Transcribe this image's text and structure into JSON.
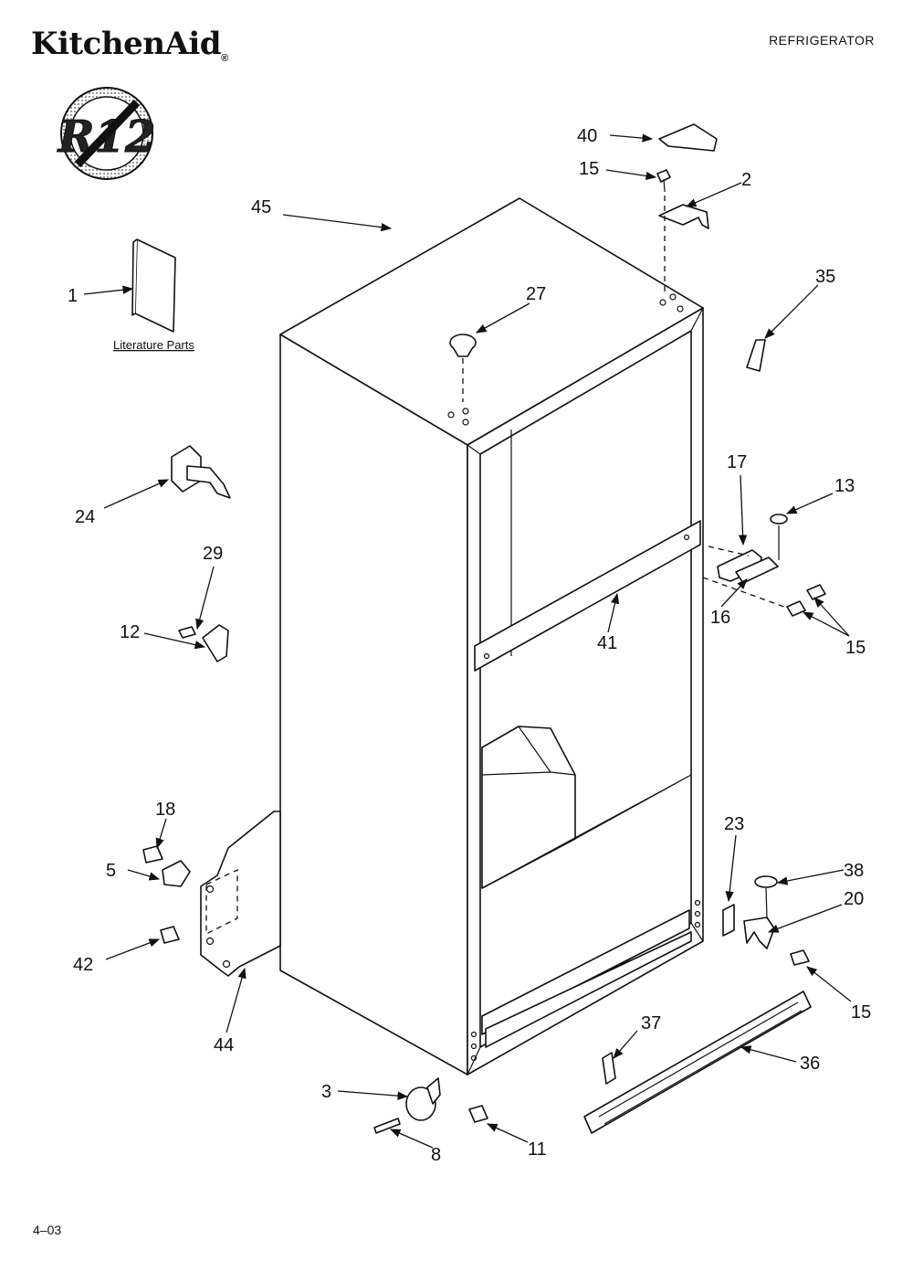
{
  "header": {
    "brand": "KitchenAid",
    "brand_mark": "®",
    "doc_title": "REFRIGERATOR"
  },
  "badge": {
    "text": "R12",
    "icon": "no-r12-symbol"
  },
  "literature_caption": "Literature Parts",
  "callouts": {
    "c1": "1",
    "c2": "2",
    "c3": "3",
    "c5": "5",
    "c8": "8",
    "c11": "11",
    "c12": "12",
    "c13": "13",
    "c15a": "15",
    "c15b": "15",
    "c15c": "15",
    "c16": "16",
    "c17": "17",
    "c18": "18",
    "c20": "20",
    "c23": "23",
    "c24": "24",
    "c27": "27",
    "c29": "29",
    "c35": "35",
    "c36": "36",
    "c37": "37",
    "c38": "38",
    "c40": "40",
    "c41": "41",
    "c42": "42",
    "c44": "44",
    "c45": "45"
  },
  "footer": {
    "doc_code": "4–03"
  }
}
